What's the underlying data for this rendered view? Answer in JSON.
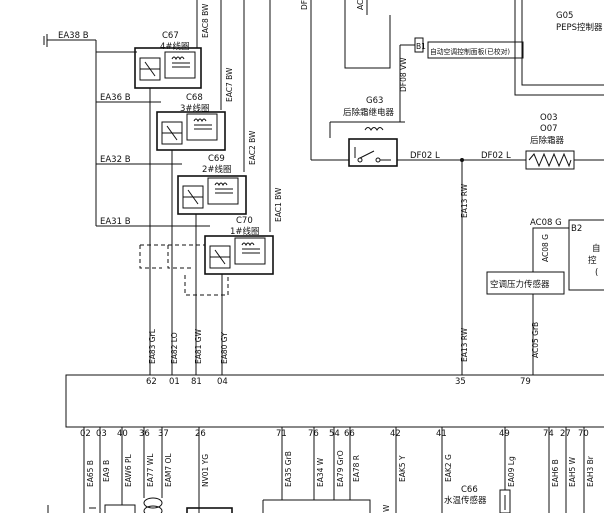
{
  "ecu_box": {
    "code": "G05",
    "name": "PEPS控制器"
  },
  "relay": {
    "code": "G63",
    "name": "后除霜继电器",
    "note_pin": "B1",
    "note_text": "自动空调控制面板(已校对)"
  },
  "heater": {
    "code_1": "O03",
    "code_2": "O07",
    "name": "后除霜器"
  },
  "b2_box": {
    "pin": "B2",
    "partial_text_1": "自",
    "partial_text_2": "控",
    "partial_text_3": "("
  },
  "pressure_sensor": {
    "name": "空调压力传感器"
  },
  "water_sensor": {
    "code": "C66",
    "name": "水温传感器"
  },
  "coils": [
    {
      "code": "C67",
      "name": "4#线圈"
    },
    {
      "code": "C68",
      "name": "3#线圈"
    },
    {
      "code": "C69",
      "name": "2#线圈"
    },
    {
      "code": "C70",
      "name": "1#线圈"
    }
  ],
  "left_wires": [
    "EA38 B",
    "EA36 B",
    "EA32 B",
    "EA31 B"
  ],
  "wire_labels": {
    "eac8": "EAC8 BW",
    "eac7": "EAC7 BW",
    "eac2": "EAC2 BW",
    "eac1": "EAC1 BW",
    "df_top": "DF",
    "ac_top": "AC",
    "df08": "DF08 VW",
    "df02_a": "DF02 L",
    "df02_b": "DF02 L",
    "ea13_upper": "EA13 RW",
    "ea13_lower": "EA13 RW",
    "ac08_v": "AC08 G",
    "ac08_h": "AC08 G",
    "ac05": "AC05 GrB",
    "ea83": "EA83 GrL",
    "ea82": "EA82 LO",
    "ea81": "EA81 GW",
    "ea80": "EA80 GY"
  },
  "connector_pins": [
    "62",
    "01",
    "81",
    "04",
    "35",
    "79"
  ],
  "bottom_pins": [
    "02",
    "03",
    "40",
    "36",
    "37",
    "26",
    "71",
    "76",
    "54",
    "66",
    "42",
    "41",
    "49",
    "74",
    "27",
    "70"
  ],
  "bottom_wires": [
    "EA65 B",
    "EA9 B",
    "EAW6 PL",
    "EA77 WL",
    "EAM7 OL",
    "NV01 YG",
    "EA35 GrB",
    "EA34 W",
    "EA79 GrO",
    "EA78 R",
    "EAK5 Y",
    "EAK2 G",
    "EA09 Lg",
    "EAH6 B",
    "EAH5 W",
    "EAH3 Br"
  ],
  "bottom_w": "W"
}
